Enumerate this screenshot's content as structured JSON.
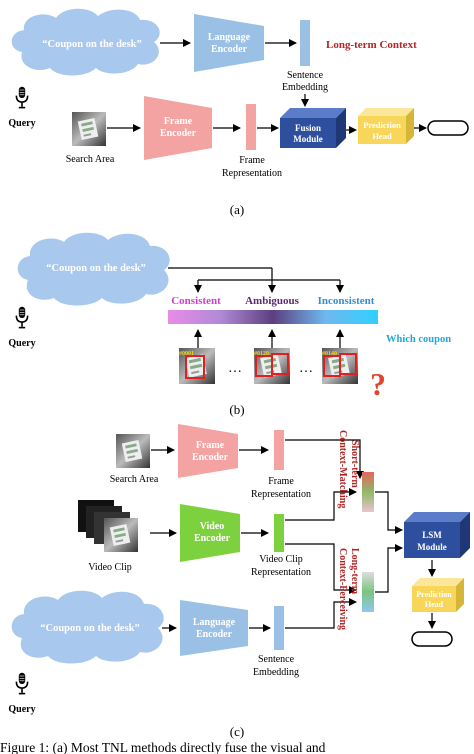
{
  "panel_a": {
    "cloud_text": "“Coupon on the desk”",
    "language_encoder": [
      "Language",
      "Encoder"
    ],
    "sentence_embedding": [
      "Sentence",
      "Embedding"
    ],
    "long_term_context": "Long-term Context",
    "query": "Query",
    "search_area": "Search Area",
    "frame_encoder": [
      "Frame",
      "Encoder"
    ],
    "frame_representation": [
      "Frame",
      "Representation"
    ],
    "fusion_module": [
      "Fusion",
      "Module"
    ],
    "prediction_head": [
      "Prediction",
      "Head"
    ],
    "caption": "(a)"
  },
  "panel_b": {
    "cloud_text": "“Coupon on the desk”",
    "consistent": "Consistent",
    "ambiguous": "Ambiguous",
    "inconsistent": "Inconsistent",
    "query": "Query",
    "frame_ids": [
      "#0001",
      "#0120",
      "#0140"
    ],
    "ellipsis": "…",
    "which_coupon": "Which coupon",
    "caption": "(b)"
  },
  "panel_c": {
    "search_area": "Search Area",
    "frame_encoder": [
      "Frame",
      "Encoder"
    ],
    "frame_representation": [
      "Frame",
      "Representation"
    ],
    "video_clip": "Video Clip",
    "video_encoder": [
      "Video",
      "Encoder"
    ],
    "video_clip_representation": [
      "Video Clip",
      "Representation"
    ],
    "cloud_text": "“Coupon on the desk”",
    "language_encoder": [
      "Language",
      "Encoder"
    ],
    "sentence_embedding": [
      "Sentence",
      "Embedding"
    ],
    "query": "Query",
    "short_term": "Short-term",
    "context_matching": "Context-Matching",
    "long_term": "Long-term",
    "context_perceiving": "Context-Perceiving",
    "lsm_module": [
      "LSM",
      "Module"
    ],
    "prediction_head": [
      "Prediction",
      "Head"
    ],
    "caption": "(c)"
  },
  "figure_caption": "Figure 1: (a) Most TNL methods directly fuse the visual and",
  "colors": {
    "cloud": "#a9c8ee",
    "language_encoder": "#9ac0e6",
    "frame_encoder": "#f4a3a3",
    "video_encoder": "#7dd13f",
    "fusion_module": "#2e4f9e",
    "prediction_head": "#f7d65a",
    "long_term_context_text": "#b32424",
    "consistent_text": "#cc3fcf",
    "ambiguous_text": "#5a2a6e",
    "inconsistent_text": "#2f8fd6",
    "which_coupon_text": "#1fa9d9"
  }
}
